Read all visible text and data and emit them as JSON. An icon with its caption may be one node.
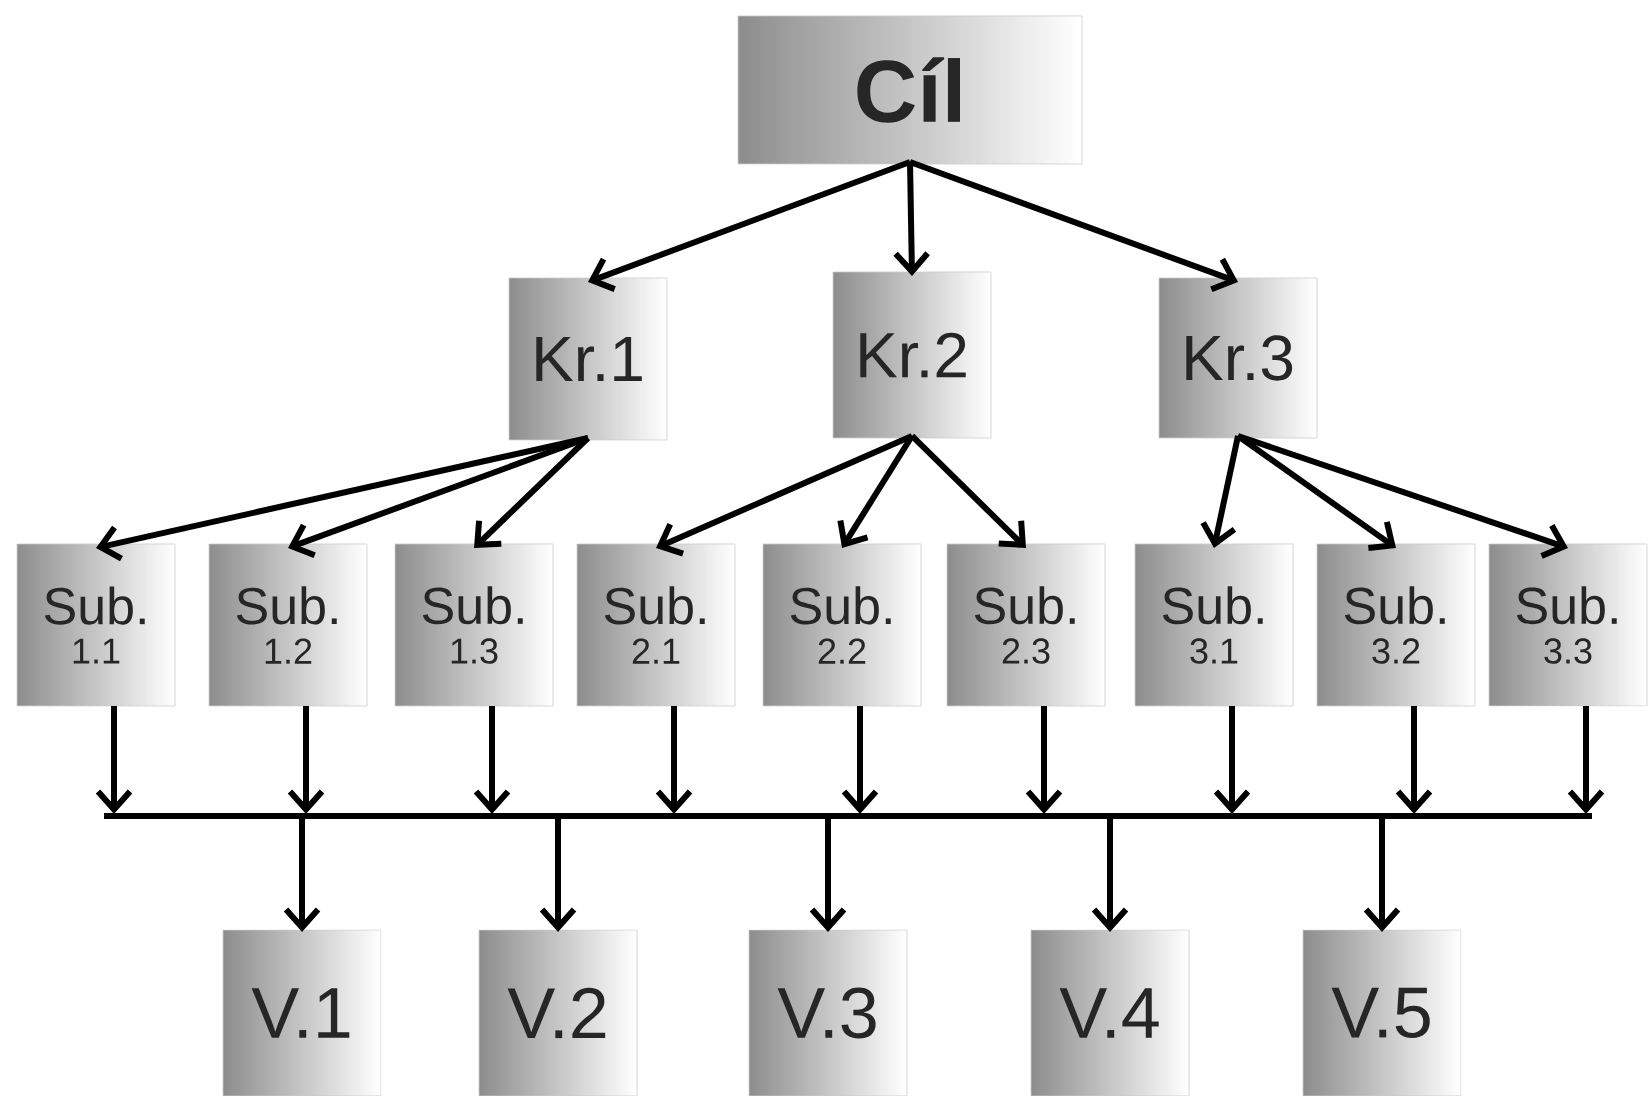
{
  "diagram": {
    "nodes": [
      {
        "text": [
          "Cíl"
        ]
      },
      {
        "text": [
          "Kr.1"
        ]
      },
      {
        "text": [
          "Kr.2"
        ]
      },
      {
        "text": [
          "Kr.3"
        ]
      },
      {
        "text": [
          "Sub.",
          "1.1"
        ]
      },
      {
        "text": [
          "Sub.",
          "1.2"
        ]
      },
      {
        "text": [
          "Sub.",
          "1.3"
        ]
      },
      {
        "text": [
          "Sub.",
          "2.1"
        ]
      },
      {
        "text": [
          "Sub.",
          "2.2"
        ]
      },
      {
        "text": [
          "Sub.",
          "2.3"
        ]
      },
      {
        "text": [
          "Sub.",
          "3.1"
        ]
      },
      {
        "text": [
          "Sub.",
          "3.2"
        ]
      },
      {
        "text": [
          "Sub.",
          "3.3"
        ]
      },
      {
        "text": [
          "V.1"
        ]
      },
      {
        "text": [
          "V.2"
        ]
      },
      {
        "text": [
          "V.3"
        ]
      },
      {
        "text": [
          "V.4"
        ]
      },
      {
        "text": [
          "V.5"
        ]
      }
    ],
    "edges": [
      {
        "from": 0,
        "to": 1,
        "arrow": "to"
      },
      {
        "from": 0,
        "to": 2,
        "arrow": "to"
      },
      {
        "from": 0,
        "to": 3,
        "arrow": "to"
      },
      {
        "from": 1,
        "to": 4,
        "arrow": "to"
      },
      {
        "from": 1,
        "to": 5,
        "arrow": "to"
      },
      {
        "from": 1,
        "to": 6,
        "arrow": "to"
      },
      {
        "from": 2,
        "to": 7,
        "arrow": "to"
      },
      {
        "from": 2,
        "to": 8,
        "arrow": "to"
      },
      {
        "from": 2,
        "to": 9,
        "arrow": "to"
      },
      {
        "from": 3,
        "to": 10,
        "arrow": "to"
      },
      {
        "from": 3,
        "to": 11,
        "arrow": "to"
      },
      {
        "from": 3,
        "to": 12,
        "arrow": "to"
      },
      {
        "from": 4,
        "to": 13,
        "arrow": "to"
      },
      {
        "from": 4,
        "to": 14,
        "arrow": "to"
      },
      {
        "from": 4,
        "to": 15,
        "arrow": "to"
      },
      {
        "from": 4,
        "to": 16,
        "arrow": "to"
      },
      {
        "from": 4,
        "to": 17,
        "arrow": "to"
      },
      {
        "from": 5,
        "to": 13,
        "arrow": "to"
      },
      {
        "from": 5,
        "to": 14,
        "arrow": "to"
      },
      {
        "from": 5,
        "to": 15,
        "arrow": "to"
      },
      {
        "from": 5,
        "to": 16,
        "arrow": "to"
      },
      {
        "from": 5,
        "to": 17,
        "arrow": "to"
      },
      {
        "from": 6,
        "to": 13,
        "arrow": "to"
      },
      {
        "from": 6,
        "to": 14,
        "arrow": "to"
      },
      {
        "from": 6,
        "to": 15,
        "arrow": "to"
      },
      {
        "from": 6,
        "to": 16,
        "arrow": "to"
      },
      {
        "from": 6,
        "to": 17,
        "arrow": "to"
      },
      {
        "from": 7,
        "to": 13,
        "arrow": "to"
      },
      {
        "from": 7,
        "to": 14,
        "arrow": "to"
      },
      {
        "from": 7,
        "to": 15,
        "arrow": "to"
      },
      {
        "from": 7,
        "to": 16,
        "arrow": "to"
      },
      {
        "from": 7,
        "to": 17,
        "arrow": "to"
      },
      {
        "from": 8,
        "to": 13,
        "arrow": "to"
      },
      {
        "from": 8,
        "to": 14,
        "arrow": "to"
      },
      {
        "from": 8,
        "to": 15,
        "arrow": "to"
      },
      {
        "from": 8,
        "to": 16,
        "arrow": "to"
      },
      {
        "from": 8,
        "to": 17,
        "arrow": "to"
      },
      {
        "from": 9,
        "to": 13,
        "arrow": "to"
      },
      {
        "from": 9,
        "to": 14,
        "arrow": "to"
      },
      {
        "from": 9,
        "to": 15,
        "arrow": "to"
      },
      {
        "from": 9,
        "to": 16,
        "arrow": "to"
      },
      {
        "from": 9,
        "to": 17,
        "arrow": "to"
      },
      {
        "from": 10,
        "to": 13,
        "arrow": "to"
      },
      {
        "from": 10,
        "to": 14,
        "arrow": "to"
      },
      {
        "from": 10,
        "to": 15,
        "arrow": "to"
      },
      {
        "from": 10,
        "to": 16,
        "arrow": "to"
      },
      {
        "from": 10,
        "to": 17,
        "arrow": "to"
      },
      {
        "from": 11,
        "to": 13,
        "arrow": "to"
      },
      {
        "from": 11,
        "to": 14,
        "arrow": "to"
      },
      {
        "from": 11,
        "to": 15,
        "arrow": "to"
      },
      {
        "from": 11,
        "to": 16,
        "arrow": "to"
      },
      {
        "from": 11,
        "to": 17,
        "arrow": "to"
      },
      {
        "from": 12,
        "to": 13,
        "arrow": "to"
      },
      {
        "from": 12,
        "to": 14,
        "arrow": "to"
      },
      {
        "from": 12,
        "to": 15,
        "arrow": "to"
      },
      {
        "from": 12,
        "to": 16,
        "arrow": "to"
      },
      {
        "from": 12,
        "to": 17,
        "arrow": "to"
      }
    ]
  }
}
